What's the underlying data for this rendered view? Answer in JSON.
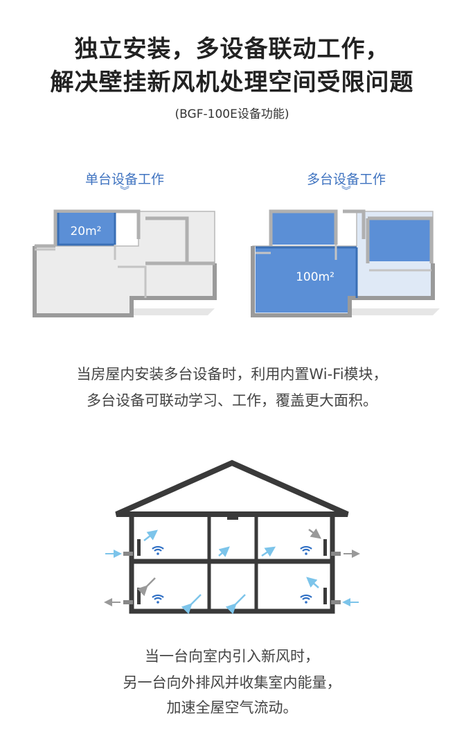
{
  "header": {
    "title_line1": "独立安装，多设备联动工作，",
    "title_line2": "解决壁挂新风机处理空间受限问题",
    "subtitle": "(BGF-100E设备功能)"
  },
  "single": {
    "label": "单台设备工作",
    "area": "20m²"
  },
  "multi": {
    "label": "多台设备工作",
    "area": "100m²"
  },
  "desc1": {
    "line1": "当房屋内安装多台设备时，利用内置Wi-Fi模块，",
    "line2": "多台设备可联动学习、工作，覆盖更大面积。"
  },
  "desc2": {
    "line1": "当一台向室内引入新风时，",
    "line2": "另一台向外排风并收集室内能量，",
    "line3": "加速全屋空气流动。"
  },
  "colors": {
    "accent": "#3f73c0",
    "room_blue": "#5b8fd6",
    "wall": "#3a3a3a"
  }
}
